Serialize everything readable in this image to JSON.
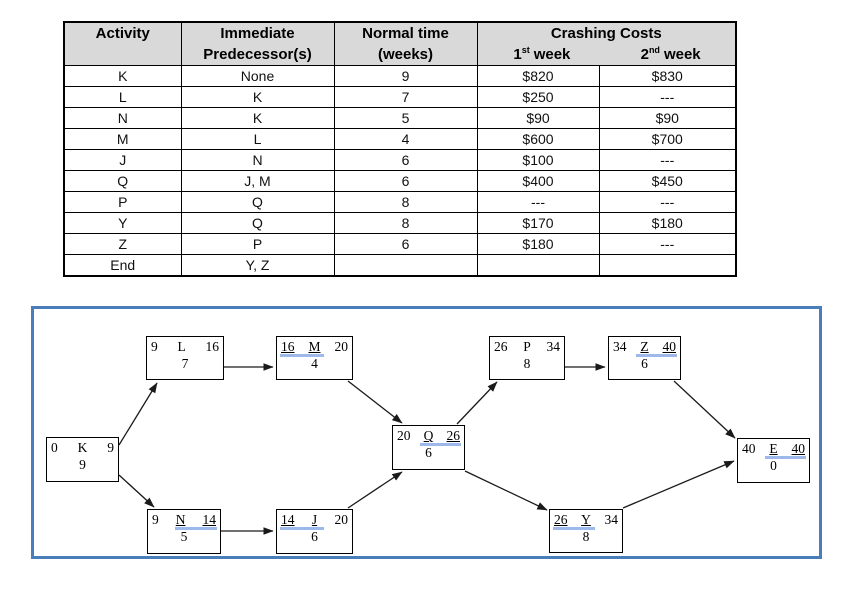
{
  "colors": {
    "frame_blue": "#4a7ebb",
    "underline_blue": "#9db9ea",
    "header_gray": "#d9d9d9"
  },
  "table": {
    "headers": {
      "activity": "Activity",
      "predecessor_line1": "Immediate",
      "predecessor_line2": "Predecessor(s)",
      "time_line1": "Normal time",
      "time_line2": "(weeks)",
      "crashing": "Crashing Costs",
      "week1": {
        "num": "1",
        "sup": "st",
        "word": "week"
      },
      "week2": {
        "num": "2",
        "sup": "nd",
        "word": "week"
      }
    },
    "rows": [
      [
        "K",
        "None",
        "9",
        "$820",
        "$830"
      ],
      [
        "L",
        "K",
        "7",
        "$250",
        "---"
      ],
      [
        "N",
        "K",
        "5",
        "$90",
        "$90"
      ],
      [
        "M",
        "L",
        "4",
        "$600",
        "$700"
      ],
      [
        "J",
        "N",
        "6",
        "$100",
        "---"
      ],
      [
        "Q",
        "J, M",
        "6",
        "$400",
        "$450"
      ],
      [
        "P",
        "Q",
        "8",
        "---",
        "---"
      ],
      [
        "Y",
        "Q",
        "8",
        "$170",
        "$180"
      ],
      [
        "Z",
        "P",
        "6",
        "$180",
        "---"
      ],
      [
        "End",
        "Y, Z",
        "",
        "",
        ""
      ]
    ]
  },
  "diagram": {
    "nodes": [
      {
        "es": "0",
        "name": "K",
        "ef": "9",
        "dur": "9",
        "underline": "none"
      },
      {
        "es": "9",
        "name": "L",
        "ef": "16",
        "dur": "7",
        "underline": "none"
      },
      {
        "es": "16",
        "name": "M",
        "ef": "20",
        "dur": "4",
        "underline": "es-name"
      },
      {
        "es": "9",
        "name": "N",
        "ef": "14",
        "dur": "5",
        "underline": "name-ef"
      },
      {
        "es": "14",
        "name": "J",
        "ef": "20",
        "dur": "6",
        "underline": "es-name"
      },
      {
        "es": "20",
        "name": "Q",
        "ef": "26",
        "dur": "6",
        "underline": "name-ef"
      },
      {
        "es": "26",
        "name": "P",
        "ef": "34",
        "dur": "8",
        "underline": "none"
      },
      {
        "es": "34",
        "name": "Z",
        "ef": "40",
        "dur": "6",
        "underline": "name-ef"
      },
      {
        "es": "26",
        "name": "Y",
        "ef": "34",
        "dur": "8",
        "underline": "es-name"
      },
      {
        "es": "40",
        "name": "E",
        "ef": "40",
        "dur": "0",
        "underline": "name-ef"
      }
    ],
    "edges": [
      {
        "from": "K",
        "to": "L"
      },
      {
        "from": "K",
        "to": "N"
      },
      {
        "from": "L",
        "to": "M"
      },
      {
        "from": "N",
        "to": "J"
      },
      {
        "from": "M",
        "to": "Q"
      },
      {
        "from": "J",
        "to": "Q"
      },
      {
        "from": "Q",
        "to": "P"
      },
      {
        "from": "Q",
        "to": "Y"
      },
      {
        "from": "P",
        "to": "Z"
      },
      {
        "from": "Z",
        "to": "E"
      },
      {
        "from": "Y",
        "to": "E"
      }
    ]
  }
}
